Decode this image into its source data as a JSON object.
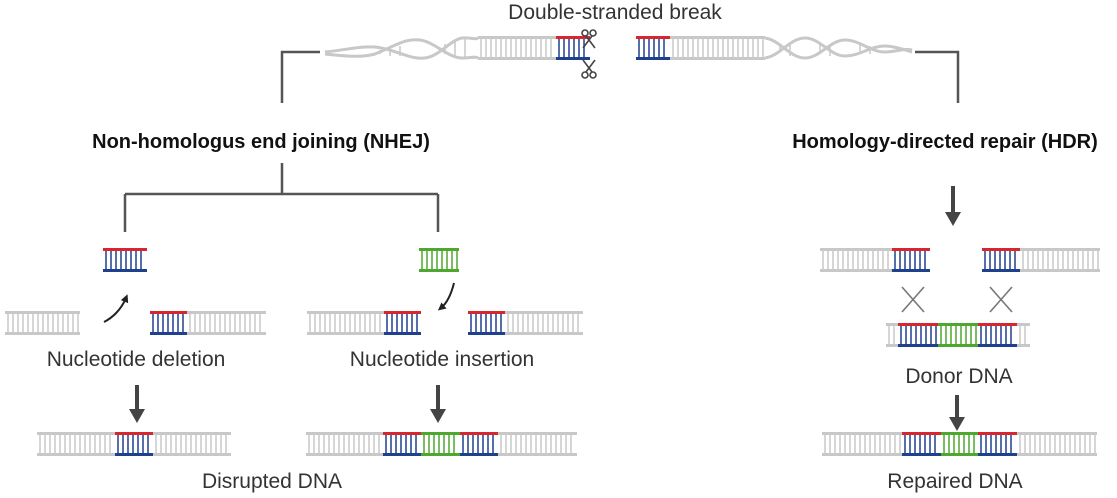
{
  "title": "Double-stranded break",
  "branches": {
    "nhej": {
      "title": "Non-homologus end joining (NHEJ)"
    },
    "hdr": {
      "title": "Homology-directed repair (HDR)"
    }
  },
  "labels": {
    "deletion": "Nucleotide deletion",
    "insertion": "Nucleotide insertion",
    "disrupted": "Disrupted DNA",
    "donor": "Donor DNA",
    "repaired": "Repaired DNA"
  },
  "colors": {
    "gray_strand": "#c8c8c8",
    "red_strand": "#d9262c",
    "blue_strand": "#1f3f8f",
    "green_strand": "#4ea72e",
    "connector": "#555555",
    "arrow": "#444444",
    "cross": "#777777",
    "scissors": "#444444"
  },
  "icons": [
    "scissors-icon",
    "down-arrow-icon",
    "curved-arrow-icon",
    "crossover-icon",
    "dna-helix-icon"
  ]
}
